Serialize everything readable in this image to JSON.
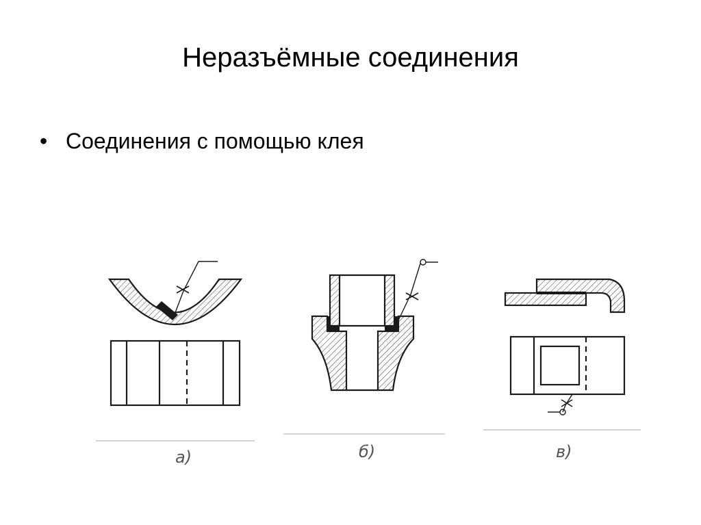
{
  "slide": {
    "title": "Неразъёмные соединения",
    "bullets": [
      {
        "symbol": "•",
        "text": "Соединения с помощью клея"
      }
    ]
  },
  "figures": [
    {
      "id": "a",
      "label": "а)"
    },
    {
      "id": "b",
      "label": "б)"
    },
    {
      "id": "c",
      "label": "в)"
    }
  ],
  "colors": {
    "ink": "#1a1a1a",
    "background": "#ffffff"
  }
}
